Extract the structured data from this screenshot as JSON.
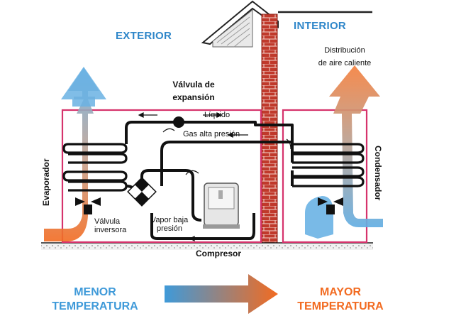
{
  "zones": {
    "exterior": "EXTERIOR",
    "interior": "INTERIOR"
  },
  "labels": {
    "expansion_valve": [
      "Válvula de",
      "expansión"
    ],
    "liquid": "Líquido",
    "high_pressure_gas": "Gas alta presión",
    "evaporator": "Evaporador",
    "condenser": "Condensador",
    "reversing_valve": [
      "Válvula",
      "inversora"
    ],
    "low_pressure_vapor": [
      "Vapor baja",
      "presión"
    ],
    "compressor": "Compresor",
    "hot_air_distribution": [
      "Distribución",
      "de aire caliente"
    ]
  },
  "temperature": {
    "low": [
      "MENOR",
      "TEMPERATURA"
    ],
    "high": [
      "MAYOR",
      "TEMPERATURA"
    ]
  },
  "colors": {
    "cold": "#3f9ad9",
    "hot": "#f26b21",
    "casing": "#d6336c",
    "brick": "#c0392b",
    "pipe": "#111111",
    "label_blue": "#2e86c9"
  }
}
